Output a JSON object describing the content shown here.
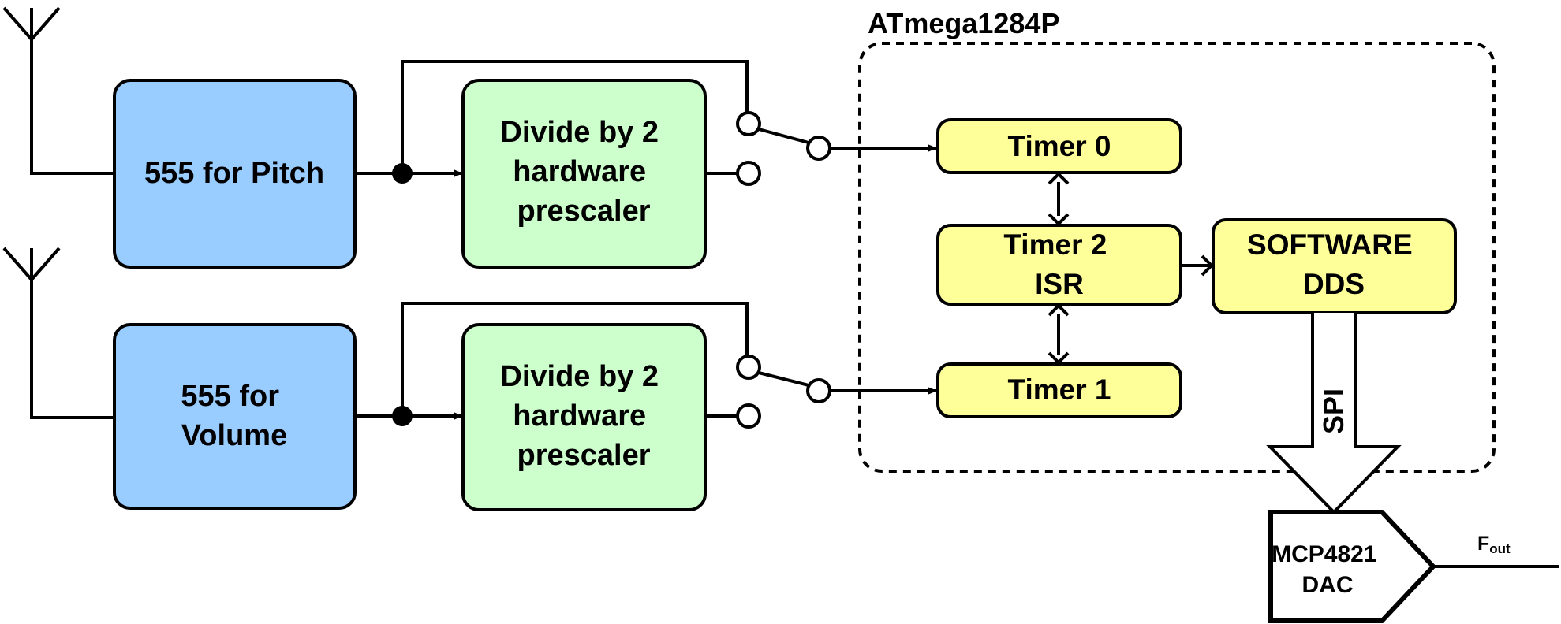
{
  "colors": {
    "oscillator_fill": "#99ccff",
    "prescaler_fill": "#ccffcc",
    "mcu_block_fill": "#ffff99",
    "line": "#000000",
    "background": "#ffffff"
  },
  "mcu": {
    "title": "ATmega1284P"
  },
  "oscillators": {
    "pitch": {
      "lines": [
        "555 for Pitch"
      ]
    },
    "volume": {
      "lines": [
        "555 for",
        "Volume"
      ]
    }
  },
  "prescalers": {
    "pitch": {
      "lines": [
        "Divide by 2",
        "hardware",
        "prescaler"
      ]
    },
    "volume": {
      "lines": [
        "Divide by 2",
        "hardware",
        "prescaler"
      ]
    }
  },
  "timers": {
    "timer0": {
      "lines": [
        "Timer 0"
      ]
    },
    "timer2": {
      "lines": [
        "Timer 2",
        "ISR"
      ]
    },
    "timer1": {
      "lines": [
        "Timer 1"
      ]
    }
  },
  "dds": {
    "lines": [
      "SOFTWARE",
      "DDS"
    ]
  },
  "bus": {
    "label": "SPI"
  },
  "dac": {
    "lines": [
      "MCP4821",
      "DAC"
    ]
  },
  "output": {
    "label_main": "F",
    "label_sub": "out"
  },
  "icons": [
    "antenna-icon",
    "switch-icon",
    "arrow-icon",
    "bus-arrow-icon"
  ]
}
